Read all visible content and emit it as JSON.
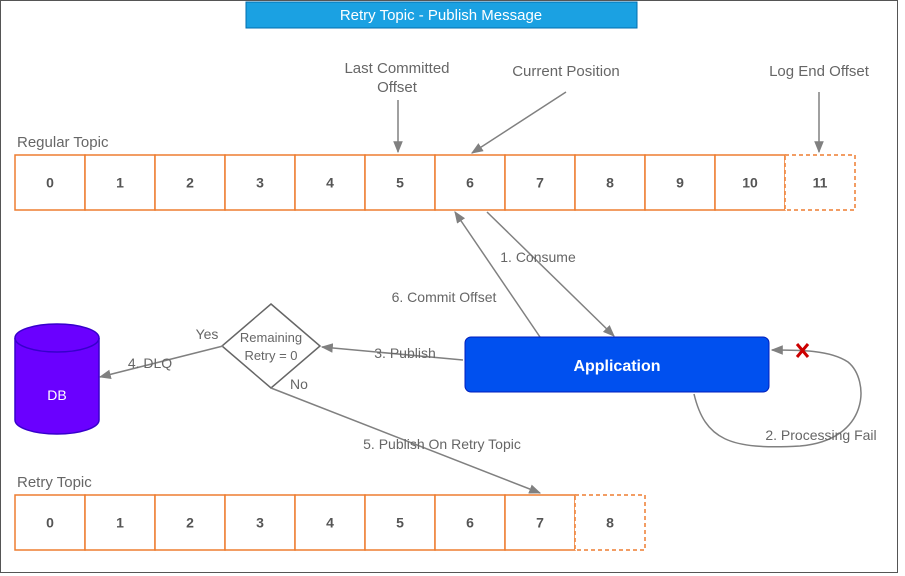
{
  "title": "Retry Topic - Publish Message",
  "colors": {
    "title_bg": "#1ba1e2",
    "cell_border": "#ed7d31",
    "app_fill": "#0050ef",
    "db_fill": "#6a00ff",
    "arrow": "#808080",
    "x_mark": "#cc0000"
  },
  "regular_topic": {
    "label": "Regular Topic",
    "cells": [
      "0",
      "1",
      "2",
      "3",
      "4",
      "5",
      "6",
      "7",
      "8",
      "9",
      "10"
    ],
    "pending_cell": "11"
  },
  "retry_topic": {
    "label": "Retry Topic",
    "cells": [
      "0",
      "1",
      "2",
      "3",
      "4",
      "5",
      "6",
      "7"
    ],
    "pending_cell": "8"
  },
  "markers": {
    "last_committed_line1": "Last Committed",
    "last_committed_line2": "Offset",
    "current_position": "Current Position",
    "log_end_offset": "Log End Offset"
  },
  "application": "Application",
  "db": "DB",
  "decision": {
    "line1": "Remaining",
    "line2": "Retry = 0",
    "yes": "Yes",
    "no": "No"
  },
  "steps": {
    "consume": "1. Consume",
    "processing_fail": "2. Processing Fail",
    "publish": "3. Publish",
    "dlq": "4. DLQ",
    "publish_retry": "5. Publish On Retry Topic",
    "commit": "6. Commit Offset"
  },
  "x_icon": "x-mark-icon"
}
